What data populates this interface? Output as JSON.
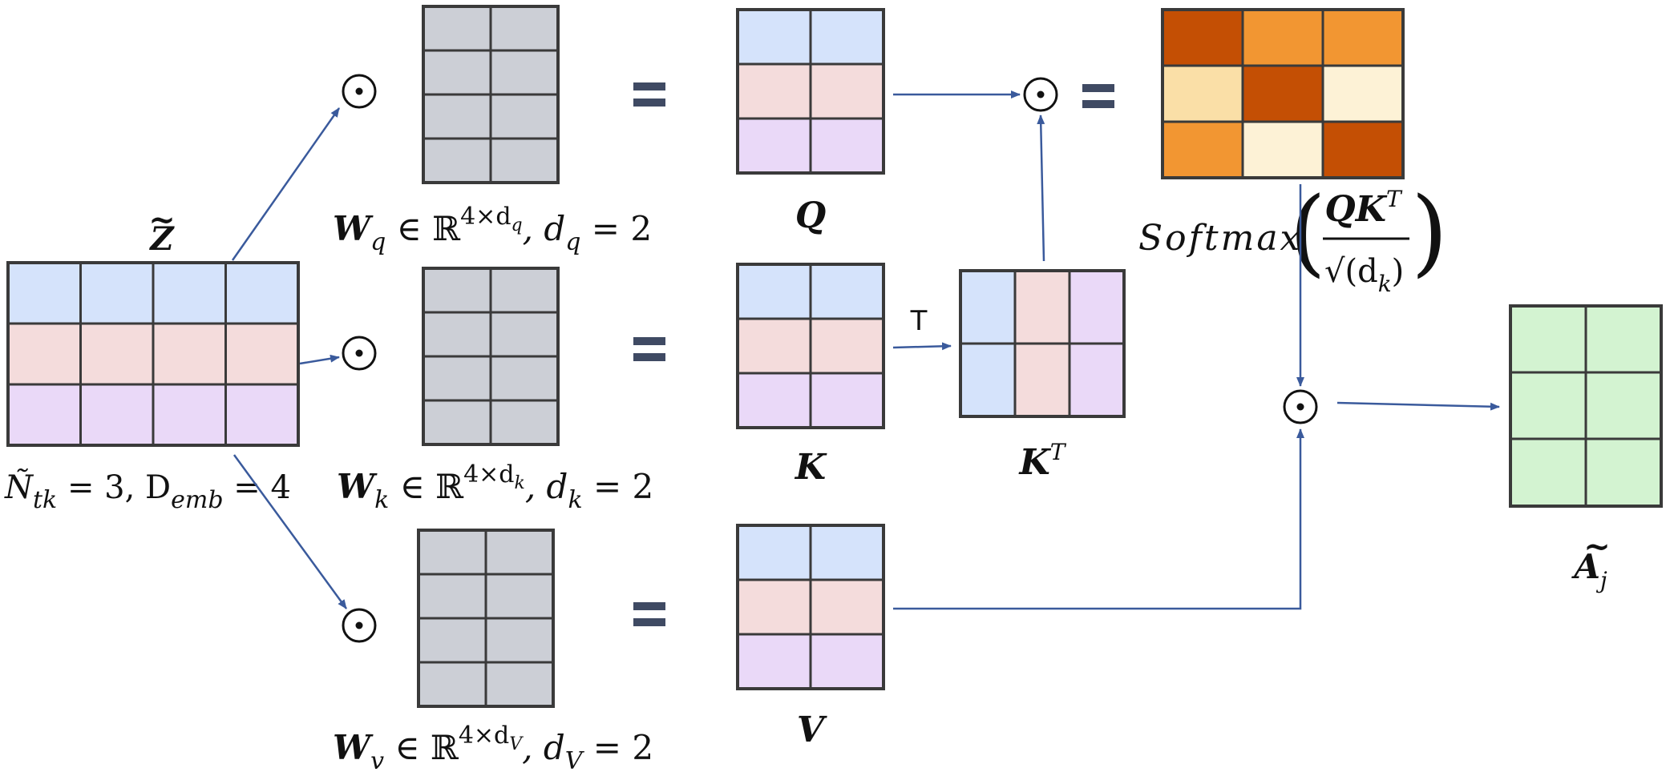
{
  "colors": {
    "blue": "#d5e3fb",
    "pink": "#f4dcdc",
    "purple": "#ead9f8",
    "gray": "#cccfd6",
    "green": "#d3f3d1",
    "arrow": "#3a5a9c",
    "heat_dark": "#c44f04",
    "heat_mid": "#f29632",
    "heat_light": "#fadfa7",
    "heat_pale": "#fdf2d6"
  },
  "labels": {
    "z_sym": "Z",
    "z_tilde": "~",
    "n_tk": "Ñ",
    "n_tk_sub": "tk",
    "n_tk_val": " = 3, D",
    "d_emb_sub": "emb",
    "d_emb_val": " = 4",
    "wq_sym": "W",
    "wq_sub": "q",
    "wq_in": " ∈ ℝ",
    "wq_sup": "4×d",
    "wq_sup_sub": "q",
    "wq_dim": ", d",
    "wq_dim_sub": "q",
    "wq_dim_val": " = 2",
    "wk_sym": "W",
    "wk_sub": "k",
    "wk_in": " ∈ ℝ",
    "wk_sup": "4×d",
    "wk_sup_sub": "k",
    "wk_dim": ", d",
    "wk_dim_sub": "k",
    "wk_dim_val": " = 2",
    "wv_sym": "W",
    "wv_sub": "v",
    "wv_in": " ∈ ℝ",
    "wv_sup": "4×d",
    "wv_sup_sub": "V",
    "wv_dim": ", d",
    "wv_dim_sub": "V",
    "wv_dim_val": " = 2",
    "q": "Q",
    "k": "K",
    "v": "V",
    "kt": "K",
    "kt_sup": "T",
    "transpose": "T",
    "softmax": "Softmax",
    "sm_num": "QK",
    "sm_num_sup": "T",
    "sm_den": "√(d",
    "sm_den_sub": "k",
    "sm_den_close": ")",
    "a_sym": "A",
    "a_tilde": "~",
    "a_sub": "j",
    "equals": "=",
    "odot": "⊙"
  }
}
